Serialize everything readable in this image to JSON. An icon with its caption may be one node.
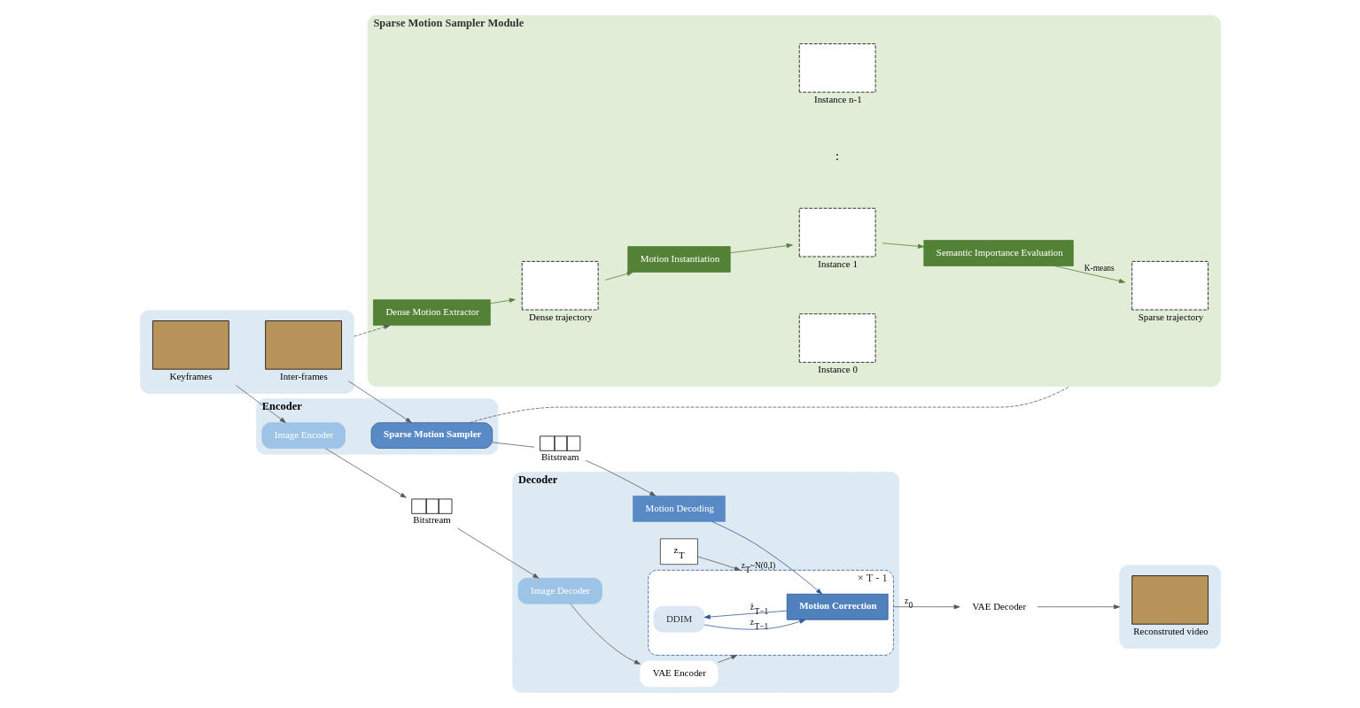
{
  "diagram": {
    "nodes": [
      {
        "text": [],
        "shape": "box"
      },
      {
        "text": [],
        "shape": "box",
        "in": 0,
        "beside": [
          "Keyframes"
        ]
      },
      {
        "text": [],
        "shape": "box",
        "in": 0,
        "beside": [
          "Inter-frames"
        ]
      },
      {
        "text": [
          "Encoder"
        ]
      },
      {
        "text": [
          "Image Encoder"
        ],
        "in": 3
      },
      {
        "text": [
          "Sparse Motion Sampler"
        ],
        "in": 3
      },
      {
        "text": [],
        "shape": "box",
        "beside": [
          "Bitstream"
        ]
      },
      {
        "text": [],
        "shape": "box",
        "beside": [
          "Bitstream"
        ]
      },
      {
        "text": [
          "Decoder"
        ]
      },
      {
        "text": [
          "Image Decoder"
        ],
        "in": 8
      },
      {
        "text": [
          "VAE Encoder"
        ],
        "in": 8
      },
      {
        "text": [
          "× T - 1"
        ],
        "in": 8
      },
      {
        "text": [
          "DDIM"
        ],
        "in": 11
      },
      {
        "text": [
          "Motion Correction"
        ],
        "in": 11
      },
      {
        "text": [
          "z$_{T}$"
        ],
        "in": 8
      },
      {
        "text": [
          "Motion Decoding"
        ],
        "in": 8
      },
      {
        "text": [
          "VAE Decoder"
        ]
      },
      {
        "text": [],
        "shape": "box"
      },
      {
        "text": [],
        "shape": "box",
        "in": 17,
        "beside": [
          "Reconstruted video"
        ]
      },
      {
        "text": [
          "Sparse Motion Sampler Module"
        ]
      },
      {
        "text": [
          "Dense Motion Extractor"
        ],
        "in": 19
      },
      {
        "text": [],
        "shape": "box",
        "in": 19,
        "beside": [
          "Dense trajectory"
        ]
      },
      {
        "text": [
          "Motion Instantiation"
        ],
        "in": 19
      },
      {
        "text": [],
        "shape": "box",
        "in": 19,
        "beside": [
          "Instance 0"
        ]
      },
      {
        "text": [],
        "shape": "box",
        "in": 19,
        "beside": [
          "Instance 1"
        ]
      },
      {
        "text": [],
        "shape": "box",
        "in": 19,
        "beside": [
          "Instance n-1"
        ]
      },
      {
        "text": [
          "Semantic Importance Evaluation"
        ],
        "in": 19
      },
      {
        "text": [],
        "shape": "box",
        "in": 19,
        "beside": [
          "Sparse trajectory"
        ]
      }
    ],
    "edges": [
      {
        "from": 1,
        "to": 4,
        "arrow": "to"
      },
      {
        "from": 4,
        "to": 6,
        "arrow": "to"
      },
      {
        "from": 6,
        "to": 9,
        "arrow": "to"
      },
      {
        "from": 9,
        "to": 10,
        "arrow": "to"
      },
      {
        "from": 10,
        "to": 11,
        "arrow": "to"
      },
      {
        "from": 2,
        "to": 5,
        "arrow": "to"
      },
      {
        "from": 5,
        "to": 7,
        "arrow": "none"
      },
      {
        "from": 7,
        "to": 15,
        "arrow": "to"
      },
      {
        "from": 15,
        "to": 13,
        "arrow": "to",
        "color": "#2f5597"
      },
      {
        "from": 14,
        "to": 11,
        "arrow": "to",
        "label": "z$_{T}$~N(0,I)"
      },
      {
        "from": 13,
        "to": 12,
        "arrow": "to",
        "label": "ẑ$_{T−1}$",
        "color": "#2f5597"
      },
      {
        "from": 12,
        "to": 13,
        "arrow": "to",
        "label": "z$_{T−1}$",
        "color": "#2f5597"
      },
      {
        "from": 11,
        "to": 16,
        "arrow": "to",
        "label": "z$_{0}$"
      },
      {
        "from": 16,
        "to": 17,
        "arrow": "to"
      },
      {
        "from": 0,
        "to": 20,
        "arrow": "to",
        "style": "dashed"
      },
      {
        "from": 5,
        "to": 19,
        "arrow": "none",
        "style": "dashed"
      },
      {
        "from": 20,
        "to": 21,
        "arrow": "to",
        "color": "#538135"
      },
      {
        "from": 21,
        "to": 22,
        "arrow": "to",
        "color": "#538135"
      },
      {
        "from": 22,
        "to": 24,
        "arrow": "to",
        "color": "#538135"
      },
      {
        "from": 24,
        "to": 26,
        "arrow": "to",
        "color": "#538135"
      },
      {
        "from": 26,
        "to": 27,
        "arrow": "to",
        "label": "K-means",
        "color": "#538135"
      }
    ],
    "labels": [
      ":"
    ]
  }
}
